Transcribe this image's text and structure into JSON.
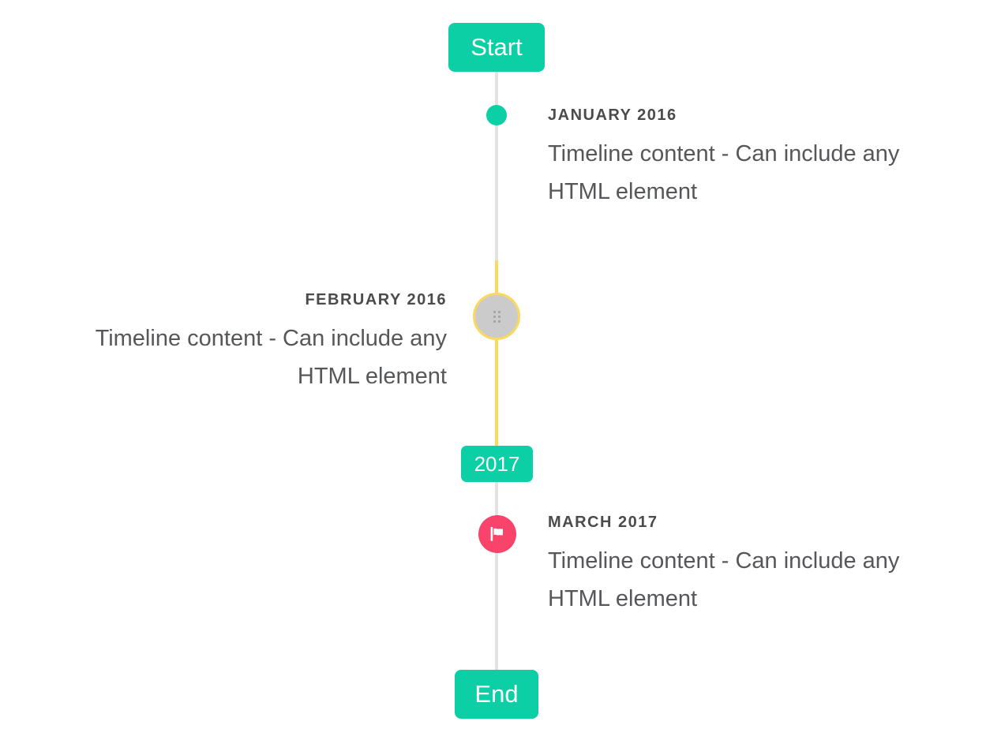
{
  "page": {
    "background": "#ffffff"
  },
  "colors": {
    "accent_teal": "#0ccfa6",
    "accent_yellow": "#fbd95e",
    "accent_red": "#f8436a",
    "line_gray": "#e2e2e2",
    "drag_handle_fill": "#cbcbcb",
    "title_text": "#4b4b4b",
    "content_text": "#56575b",
    "badge_text": "#ffffff"
  },
  "timeline": {
    "start_badge": {
      "label": "Start"
    },
    "year_badge": {
      "label": "2017"
    },
    "end_badge": {
      "label": "End"
    },
    "items": [
      {
        "title": "JANUARY 2016",
        "content": "Timeline content - Can include any HTML element",
        "side": "right",
        "marker": "teal-dot"
      },
      {
        "title": "FEBRUARY 2016",
        "content": "Timeline content - Can include any HTML element",
        "side": "left",
        "marker": "drag-handle",
        "highlight_color": "#fbd95e"
      },
      {
        "title": "MARCH 2017",
        "content": "Timeline content - Can include any HTML element",
        "side": "right",
        "marker": "flag"
      }
    ]
  }
}
